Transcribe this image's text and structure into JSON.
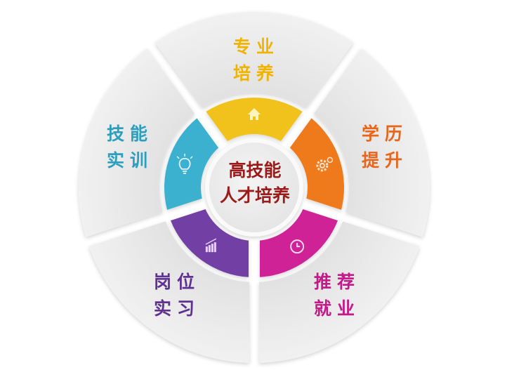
{
  "center": {
    "line1": "高技能",
    "line2": "人才培养",
    "color": "#9b1b1b"
  },
  "segments": [
    {
      "id": "major",
      "line1": "专业",
      "line2": "培养",
      "color": "#f0b400",
      "ring_color": "#f2c21a",
      "icon": "house-icon"
    },
    {
      "id": "degree",
      "line1": "学历",
      "line2": "提升",
      "color": "#e8661c",
      "ring_color": "#ef7a1e",
      "icon": "gear-icon"
    },
    {
      "id": "employment",
      "line1": "推荐",
      "line2": "就业",
      "color": "#c4198a",
      "ring_color": "#cf2196",
      "icon": "clock-icon"
    },
    {
      "id": "internship",
      "line1": "岗位",
      "line2": "实习",
      "color": "#5f3190",
      "ring_color": "#7240a4",
      "icon": "bar-chart-icon"
    },
    {
      "id": "training",
      "line1": "技能",
      "line2": "实训",
      "color": "#2c9fbf",
      "ring_color": "#3bb0cf",
      "icon": "lightbulb-icon"
    }
  ]
}
